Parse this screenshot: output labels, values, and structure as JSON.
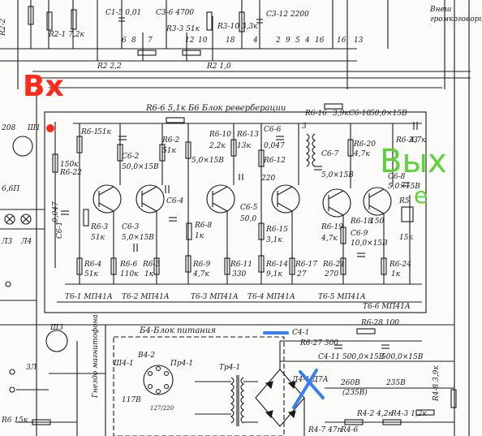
{
  "colors": {
    "ink": "#1a1a1a",
    "annotation_red": "#ff2a1a",
    "annotation_green": "#5ed13a",
    "annotation_blue": "#3a7ff0",
    "paper": "#fbfbf9"
  },
  "annotations": {
    "input_label": "Вх",
    "output_label": "Вых"
  },
  "blocks": {
    "reverb": {
      "title": "R6-6 5,1к Б6 Блок реверберации"
    },
    "power": {
      "title": "Б4-Блок питания"
    }
  },
  "top_strip": {
    "labels": [
      "R2-2",
      "R2-1 7,2к",
      "С1-5 0,01",
      "С3-6 4700",
      "R3-3 51к",
      "R3-10 3,3к",
      "С3-12 2200",
      "R2 2,2",
      "R2 1,0",
      "Внеш",
      "громкоговорит."
    ],
    "pin_numbers": [
      "6",
      "8",
      "7",
      "12",
      "10",
      "18",
      "4",
      "13",
      "16",
      "2",
      "9",
      "5",
      "4",
      "16",
      "3"
    ]
  },
  "components": {
    "r6_1": {
      "ref": "R6-1",
      "val": "51к"
    },
    "r6_22": {
      "ref": "R6-22",
      "val": "150к"
    },
    "c6_2": {
      "ref": "С6-2",
      "val": "50,0×15В"
    },
    "r6_2": {
      "ref": "R6-2",
      "val": "51к"
    },
    "c6_4": {
      "ref": "С6-4",
      "val": "5,0×15В"
    },
    "r6_10": {
      "ref": "R6-10",
      "val": "2,2к"
    },
    "r6_13": {
      "ref": "R6-13",
      "val": "13к"
    },
    "c6_6": {
      "ref": "С6-6",
      "val": "0,047"
    },
    "r6_12": {
      "ref": "R6-12",
      "val": "220"
    },
    "c6_7": {
      "ref": "С6-7",
      "val": "5,0×15В"
    },
    "r6_16": {
      "ref": "R6-16",
      "val": "3,9к"
    },
    "c6_10": {
      "ref": "С6-10",
      "val": "50,0×15В"
    },
    "r6_20": {
      "ref": "R6-20",
      "val": "4,7к"
    },
    "r6_23": {
      "ref": "R6-23",
      "val": "4,7к"
    },
    "c6_8": {
      "ref": "С6-8",
      "val": "5,0×15В"
    },
    "r5": {
      "ref": "R5",
      "val": "15к"
    },
    "c6_1": {
      "ref": "С6-1",
      "val": "0,047"
    },
    "r6_3": {
      "ref": "R6-3",
      "val": "51к"
    },
    "c6_3": {
      "ref": "С6-3",
      "val": "5,0×15В"
    },
    "r6_8": {
      "ref": "R6-8",
      "val": "1к"
    },
    "c6_5": {
      "ref": "С6-5",
      "val": "50,0"
    },
    "r6_15": {
      "ref": "R6-15",
      "val": "3,1к"
    },
    "r6_19": {
      "ref": "R6-19",
      "val": "4,7к"
    },
    "r6_18": {
      "ref": "R6-18",
      "val": "150"
    },
    "c6_9": {
      "ref": "С6-9",
      "val": "10,0×15В"
    },
    "r6_4": {
      "ref": "R6-4",
      "val": "51к"
    },
    "r6_6": {
      "ref": "R6-6",
      "val": "110к"
    },
    "r6_5": {
      "ref": "R6-5",
      "val": "1к"
    },
    "r6_9": {
      "ref": "R6-9",
      "val": "4,7к"
    },
    "r6_11": {
      "ref": "R6-11",
      "val": "330"
    },
    "r6_14": {
      "ref": "R6-14",
      "val": "9,1к"
    },
    "r6_17": {
      "ref": "R6-17",
      "val": "27"
    },
    "r6_21": {
      "ref": "R6-21",
      "val": "270"
    },
    "r6_24": {
      "ref": "R6-24",
      "val": "1к"
    }
  },
  "transistors": [
    "Т6-1 МП41А",
    "Т6-2 МП41А",
    "Т6-3 МП41А",
    "Т6-4 МП41А",
    "Т6-5 МП41А",
    "Т6-6 МП41А"
  ],
  "left_parts": {
    "jack": "Ш1",
    "lamp": "Л3",
    "lamp2": "Л4",
    "tube": "6,6П",
    "ref_208": "208",
    "jack2": "Ш3"
  },
  "power_parts": {
    "c_4_1": "С4-1",
    "r_6_27": "R6-27 300",
    "r6_28": "R6-28 100",
    "c_11": "С4-11 500,0×15В",
    "c_2": "500,0×15В",
    "tr": "Тр4-1",
    "bridge": "Д4-1 Д7А",
    "v_260": "260В",
    "v_235": "235В",
    "v_note": "(235В)",
    "r4_2": "R4-2 4,2к",
    "r4_3": "R4-3 1,2к",
    "r4_7": "R4-7 47п",
    "r4_8": "R4-8 3,9к",
    "r4_6": "R4-6",
    "jack_mag": "Гнездо магнитофона",
    "sel_switch": "В4-2",
    "sel_vals": "117В",
    "sw_vals": "127/220",
    "fuse": "Пр4-1",
    "sock": "Ш4-1",
    "r_15k": "R6 15к",
    "j3_label": "3Л"
  }
}
